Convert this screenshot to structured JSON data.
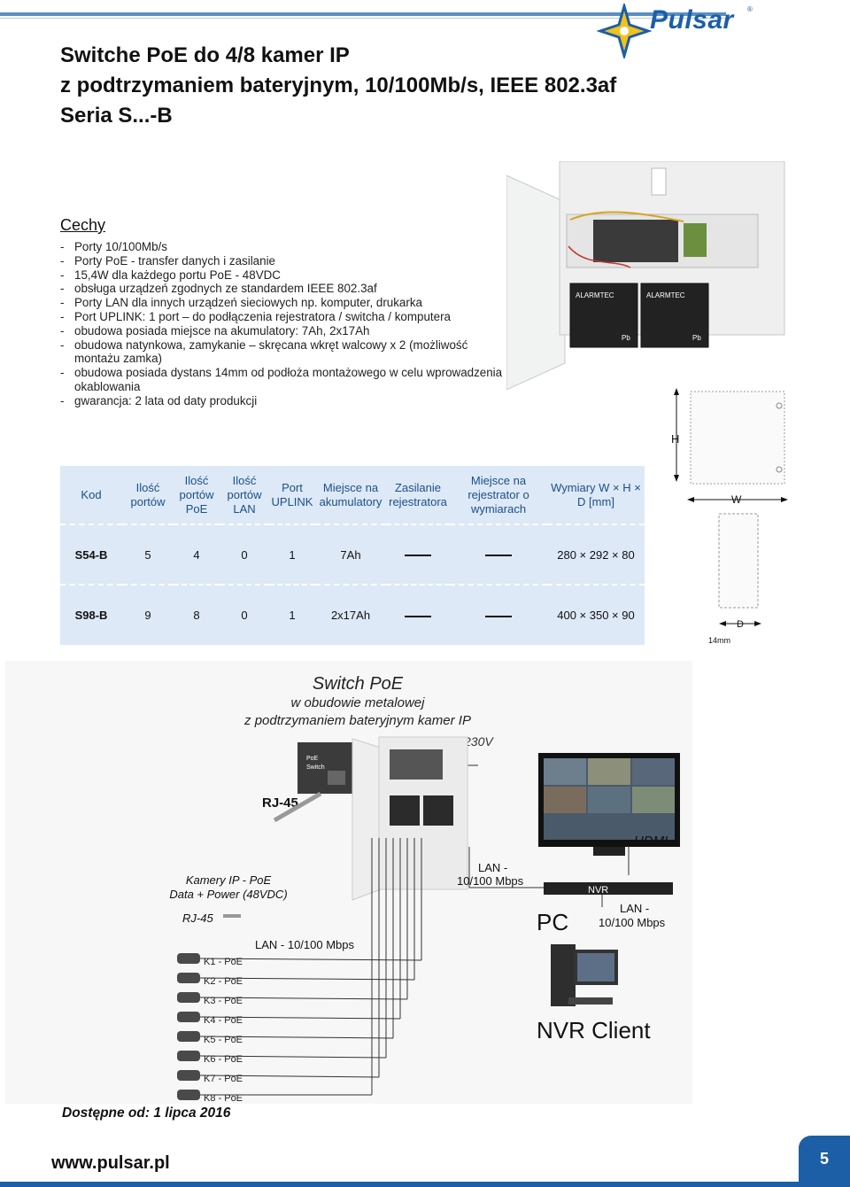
{
  "brand": {
    "name": "Pulsar",
    "reg_mark": "®"
  },
  "title": {
    "line1": "Switche PoE do 4/8 kamer IP",
    "line2": "z podtrzymaniem bateryjnym, 10/100Mb/s, IEEE 802.3af",
    "line3": "Seria S...-B"
  },
  "features": {
    "heading": "Cechy",
    "items": [
      "Porty 10/100Mb/s",
      "Porty PoE - transfer danych i zasilanie",
      "15,4W dla każdego portu PoE - 48VDC",
      "obsługa urządzeń zgodnych ze standardem IEEE 802.3af",
      "Porty LAN dla innych urządzeń sieciowych np. komputer, drukarka",
      "Port UPLINK: 1 port – do podłączenia rejestratora / switcha / komputera",
      "obudowa posiada miejsce na akumulatory: 7Ah, 2x17Ah",
      "obudowa natynkowa, zamykanie – skręcana wkręt walcowy x 2 (możliwość montażu zamka)",
      "obudowa posiada dystans 14mm od podłoża montażowego w celu wprowadzenia okablowania",
      "gwarancja: 2 lata od daty produkcji"
    ]
  },
  "photo": {
    "battery_label": "ALARMTEC",
    "battery_pb": "Pb"
  },
  "dimensions": {
    "h": "H",
    "w": "W",
    "d": "D",
    "gap": "14mm"
  },
  "table": {
    "headers": [
      "Kod",
      "Ilość portów",
      "Ilość portów PoE",
      "Ilość portów LAN",
      "Port UPLINK",
      "Miejsce na akumulatory",
      "Zasilanie rejestratora",
      "Miejsce na rejestrator o wymiarach",
      "Wymiary W × H × D [mm]"
    ],
    "rows": [
      {
        "code": "S54-B",
        "ports": "5",
        "poe": "4",
        "lan": "0",
        "uplink": "1",
        "battery": "7Ah",
        "dims": "280 × 292 × 80"
      },
      {
        "code": "S98-B",
        "ports": "9",
        "poe": "8",
        "lan": "0",
        "uplink": "1",
        "battery": "2x17Ah",
        "dims": "400 × 350 × 90"
      }
    ]
  },
  "diagram": {
    "title": "Switch PoE",
    "subtitle1": "w obudowie metalowej",
    "subtitle2": "z podtrzymaniem bateryjnym kamer IP",
    "voltage": "230V",
    "rj45_top": "RJ-45",
    "hdmi": "HDMI",
    "cam_label1": "Kamery IP - PoE",
    "cam_label2": "Data + Power (48VDC)",
    "rj45_left": "RJ-45",
    "lan_top1": "LAN -",
    "lan_top2": "10/100 Mbps",
    "nvr": "NVR",
    "pc": "PC",
    "lan_right1": "LAN -",
    "lan_right2": "10/100 Mbps",
    "lan_cam": "LAN - 10/100 Mbps",
    "nvr_client": "NVR Client",
    "switch_tag1": "PoE",
    "switch_tag2": "Switch",
    "cameras": [
      "K1 - PoE",
      "K2 - PoE",
      "K3 - PoE",
      "K4 - PoE",
      "K5 - PoE",
      "K6 - PoE",
      "K7 - PoE",
      "K8 - PoE"
    ]
  },
  "availability": "Dostępne od: 1 lipca 2016",
  "footer": {
    "url": "www.pulsar.pl",
    "page": "5"
  }
}
